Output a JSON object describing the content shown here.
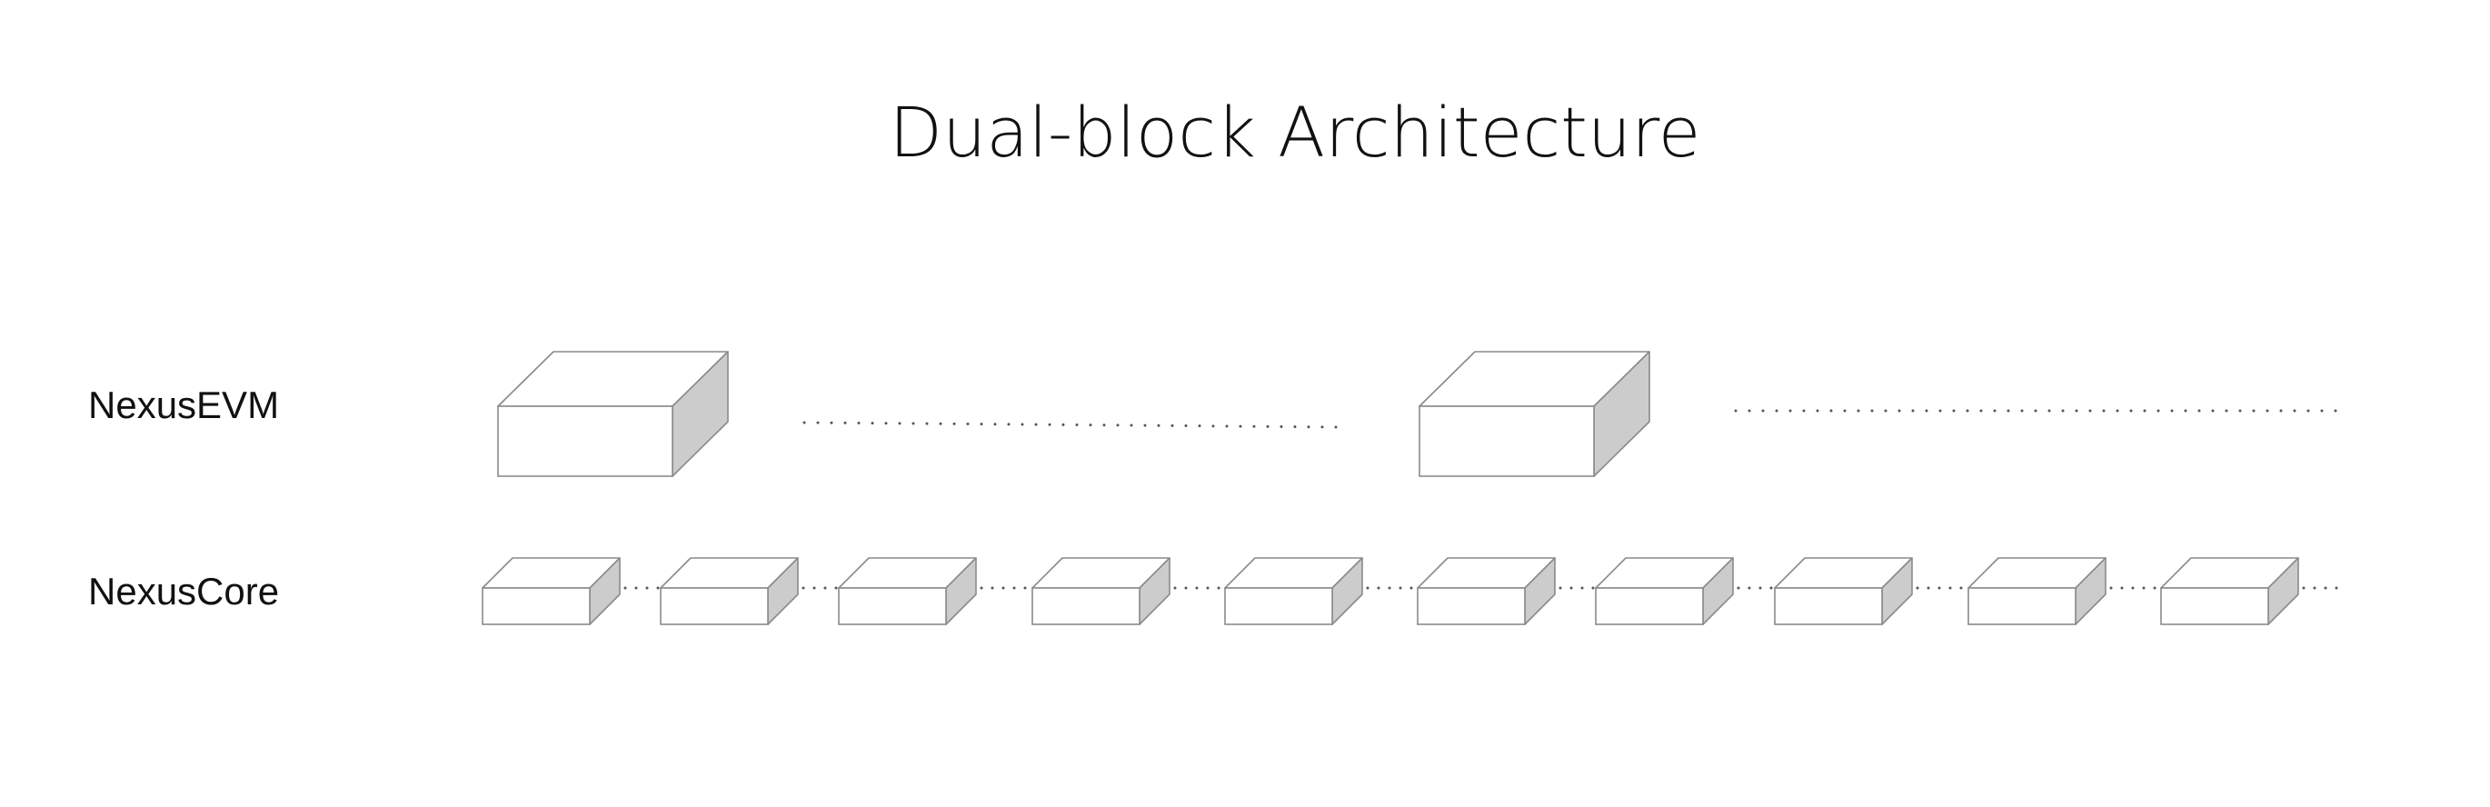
{
  "title": "Dual-block Architecture",
  "rows": [
    {
      "label": "NexusEVM",
      "block_count": 2
    },
    {
      "label": "NexusCore",
      "block_count": 10
    }
  ],
  "colors": {
    "background": "#ffffff",
    "block_face": "#ffffff",
    "block_side": "#cccccc",
    "block_stroke": "#8a8a8a",
    "text": "#111111",
    "dots": "#555555"
  }
}
